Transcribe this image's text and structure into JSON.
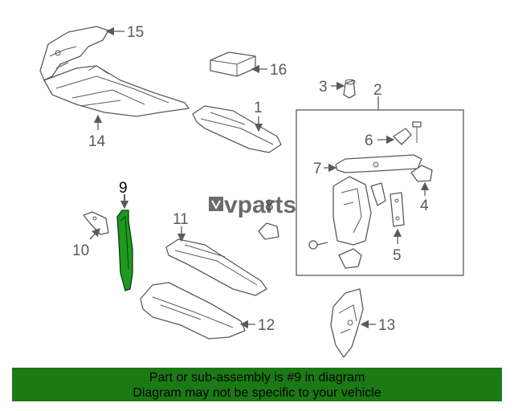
{
  "diagram": {
    "callouts": {
      "c1": "1",
      "c2": "2",
      "c3": "3",
      "c4": "4",
      "c5": "5",
      "c6": "6",
      "c7": "7",
      "c8": "8",
      "c9": "9",
      "c10": "10",
      "c11": "11",
      "c12": "12",
      "c13": "13",
      "c14": "14",
      "c15": "15",
      "c16": "16"
    },
    "highlighted_part": "9",
    "watermark": "vparts",
    "highlight_color": "#1f9a1f"
  },
  "banner": {
    "line1": "Part or sub-assembly is #9 in diagram",
    "line2": "Diagram may not be specific to your vehicle",
    "color": "#1b7a14"
  }
}
